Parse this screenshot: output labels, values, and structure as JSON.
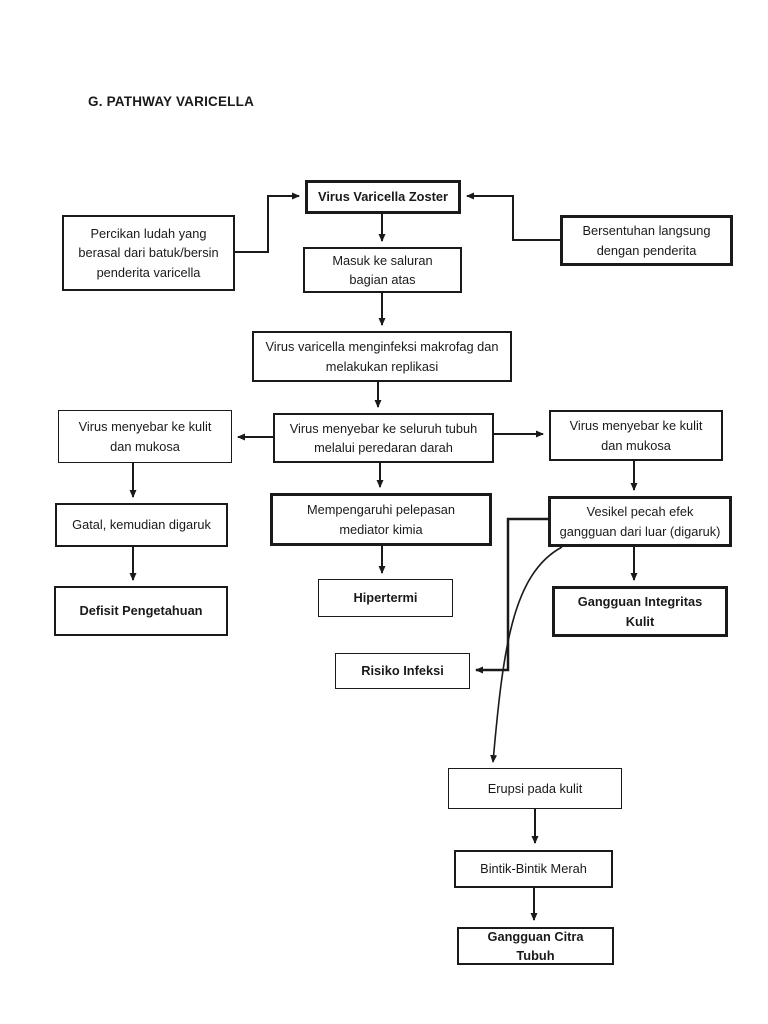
{
  "page": {
    "title": "G. PATHWAY VARICELLA"
  },
  "diagram": {
    "type": "flowchart",
    "nodes": {
      "virus_varicella_zoster": {
        "label": "Virus Varicella Zoster",
        "emphasis": "bold"
      },
      "percikan": {
        "label": "Percikan ludah yang berasal dari batuk/bersin penderita varicella"
      },
      "bersentuhan": {
        "label": "Bersentuhan langsung dengan penderita"
      },
      "masuk": {
        "label": "Masuk ke saluran bagian atas"
      },
      "menginfeksi": {
        "label": "Virus varicella menginfeksi makrofag dan melakukan replikasi"
      },
      "menyebar_kiri": {
        "label": "Virus menyebar ke kulit dan mukosa"
      },
      "menyebar_pusat": {
        "label": "Virus menyebar ke seluruh tubuh melalui peredaran darah"
      },
      "menyebar_kanan": {
        "label": "Virus menyebar ke kulit dan mukosa"
      },
      "gatal": {
        "label": "Gatal, kemudian digaruk"
      },
      "mempengaruhi": {
        "label": "Mempengaruhi pelepasan mediator kimia"
      },
      "vesikel": {
        "label": "Vesikel pecah efek gangguan dari luar (digaruk)"
      },
      "defisit": {
        "label": "Defisit Pengetahuan",
        "emphasis": "bold"
      },
      "hipertermi": {
        "label": "Hipertermi",
        "emphasis": "bold"
      },
      "gangguan_integritas": {
        "label": "Gangguan Integritas Kulit",
        "emphasis": "bold"
      },
      "risiko_infeksi": {
        "label": "Risiko Infeksi",
        "emphasis": "bold"
      },
      "erupsi": {
        "label": "Erupsi pada kulit"
      },
      "bintik": {
        "label": "Bintik-Bintik Merah"
      },
      "citra": {
        "label": "Gangguan Citra Tubuh",
        "emphasis": "bold"
      }
    },
    "edges": [
      {
        "from": "percikan",
        "to": "virus_varicella_zoster"
      },
      {
        "from": "bersentuhan",
        "to": "virus_varicella_zoster"
      },
      {
        "from": "virus_varicella_zoster",
        "to": "masuk"
      },
      {
        "from": "masuk",
        "to": "menginfeksi"
      },
      {
        "from": "menginfeksi",
        "to": "menyebar_pusat"
      },
      {
        "from": "menyebar_pusat",
        "to": "menyebar_kiri"
      },
      {
        "from": "menyebar_pusat",
        "to": "menyebar_kanan"
      },
      {
        "from": "menyebar_kiri",
        "to": "gatal"
      },
      {
        "from": "menyebar_pusat",
        "to": "mempengaruhi"
      },
      {
        "from": "menyebar_kanan",
        "to": "vesikel"
      },
      {
        "from": "gatal",
        "to": "defisit"
      },
      {
        "from": "mempengaruhi",
        "to": "hipertermi"
      },
      {
        "from": "vesikel",
        "to": "gangguan_integritas"
      },
      {
        "from": "vesikel",
        "to": "risiko_infeksi"
      },
      {
        "from": "vesikel",
        "to": "erupsi"
      },
      {
        "from": "erupsi",
        "to": "bintik"
      },
      {
        "from": "bintik",
        "to": "citra"
      }
    ],
    "colors": {
      "line": "#1a1a1a",
      "box_background": "#ffffff",
      "page_background": "#ffffff",
      "text": "#1a1a1a"
    }
  }
}
